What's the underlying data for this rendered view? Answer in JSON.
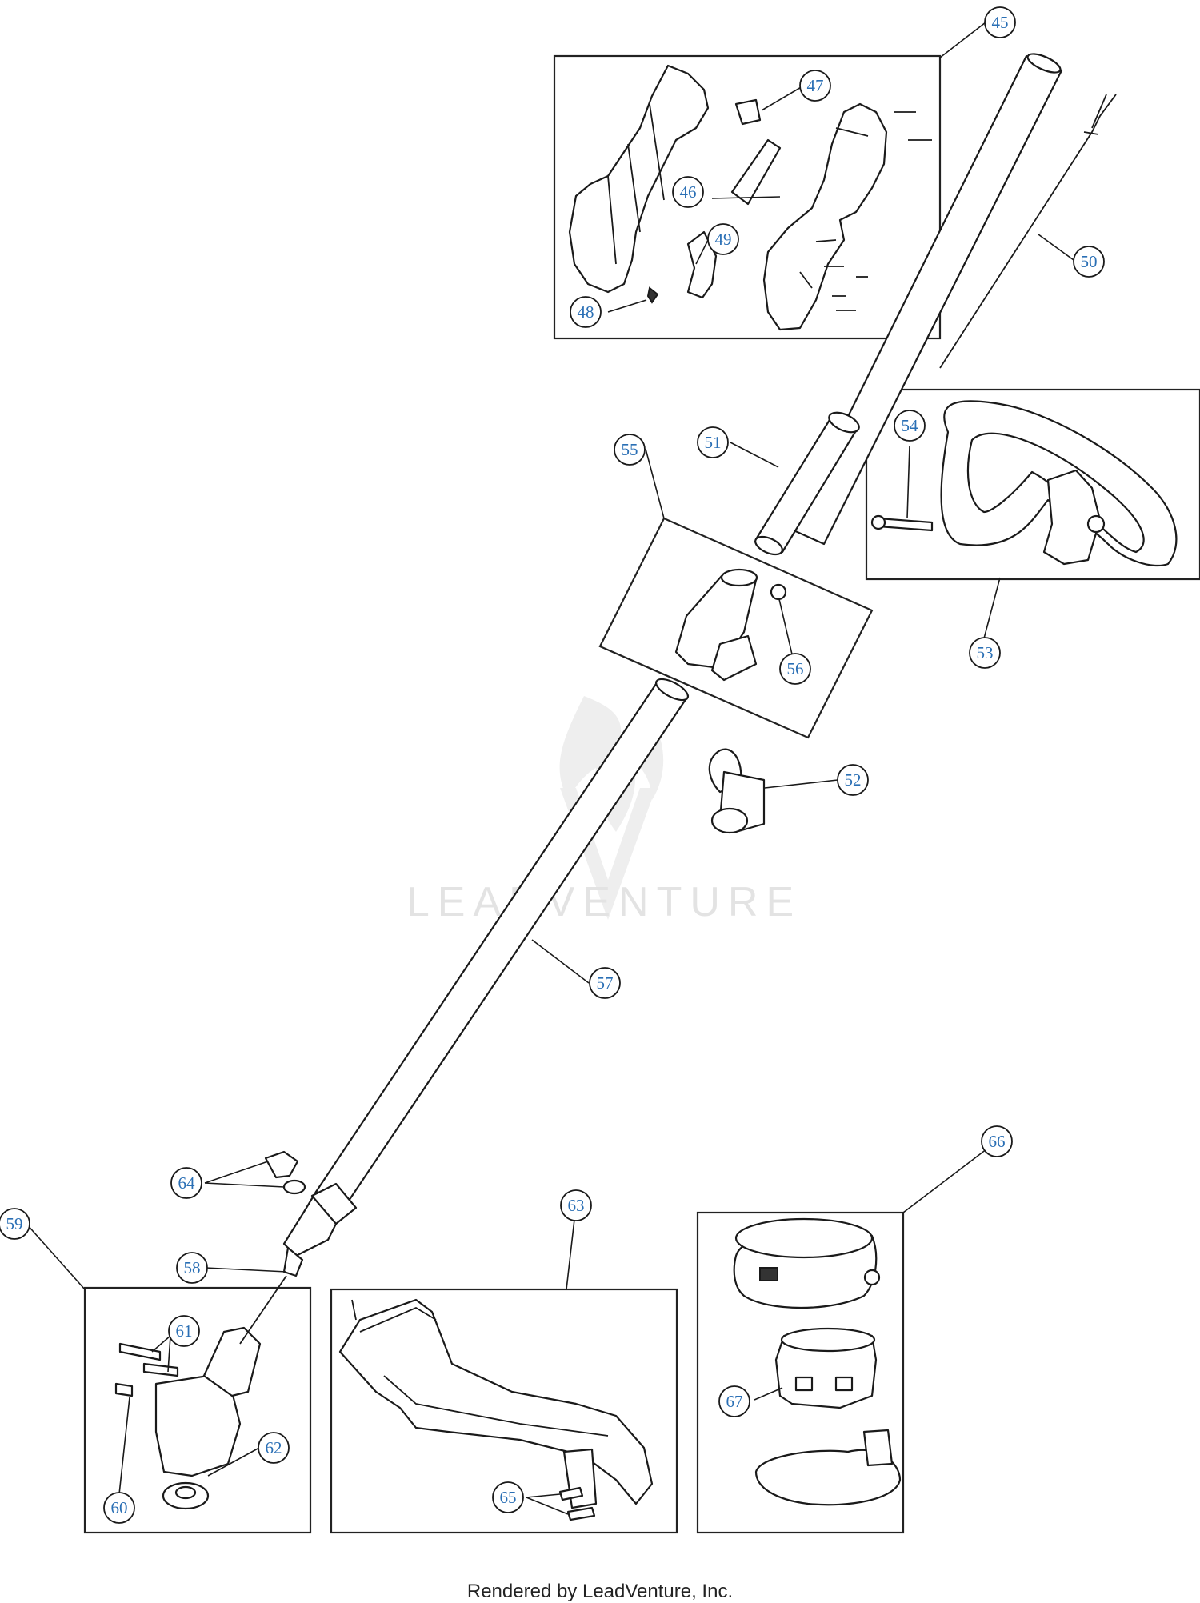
{
  "watermark": {
    "text": "LEADVENTURE"
  },
  "footer": {
    "text": "Rendered by LeadVenture, Inc."
  },
  "callouts": [
    {
      "id": "45",
      "label": "45"
    },
    {
      "id": "46",
      "label": "46"
    },
    {
      "id": "47",
      "label": "47"
    },
    {
      "id": "48",
      "label": "48"
    },
    {
      "id": "49",
      "label": "49"
    },
    {
      "id": "50",
      "label": "50"
    },
    {
      "id": "51",
      "label": "51"
    },
    {
      "id": "52",
      "label": "52"
    },
    {
      "id": "53",
      "label": "53"
    },
    {
      "id": "54",
      "label": "54"
    },
    {
      "id": "55",
      "label": "55"
    },
    {
      "id": "56",
      "label": "56"
    },
    {
      "id": "57",
      "label": "57"
    },
    {
      "id": "58",
      "label": "58"
    },
    {
      "id": "59",
      "label": "59"
    },
    {
      "id": "60",
      "label": "60"
    },
    {
      "id": "61",
      "label": "61"
    },
    {
      "id": "62",
      "label": "62"
    },
    {
      "id": "63",
      "label": "63"
    },
    {
      "id": "64",
      "label": "64"
    },
    {
      "id": "65",
      "label": "65"
    },
    {
      "id": "66",
      "label": "66"
    },
    {
      "id": "67",
      "label": "67"
    }
  ]
}
